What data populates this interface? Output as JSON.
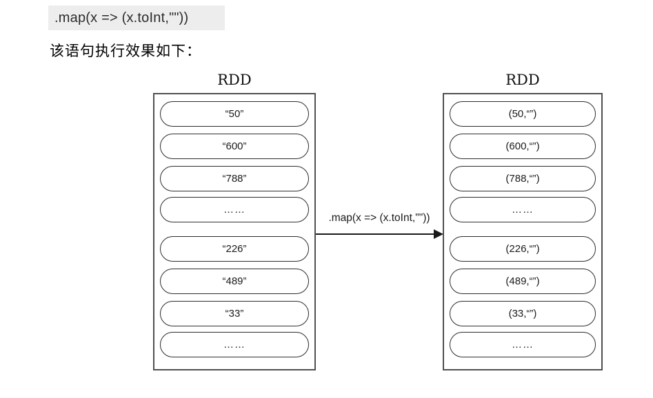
{
  "code_snippet": ".map(x => (x.toInt,\"\"))",
  "caption": "该语句执行效果如下：",
  "arrow": {
    "label": ".map(x => (x.toInt,\"\"))",
    "direction": "left-to-right"
  },
  "left_rdd": {
    "title": "RDD",
    "items": [
      "“50”",
      "“600”",
      "“788”",
      "……",
      "“226”",
      "“489”",
      "“33”",
      "……"
    ]
  },
  "right_rdd": {
    "title": "RDD",
    "items": [
      "(50,“”)",
      "(600,“”)",
      "(788,“”)",
      "……",
      "(226,“”)",
      "(489,“”)",
      "(33,“”)",
      "……"
    ]
  },
  "colors": {
    "code_chip_bg": "#ededed",
    "box_border": "#4f4f4f",
    "pill_border": "#2b2b2b",
    "arrow": "#1a1a1a",
    "text": "#1a1a1a",
    "background": "#ffffff"
  }
}
